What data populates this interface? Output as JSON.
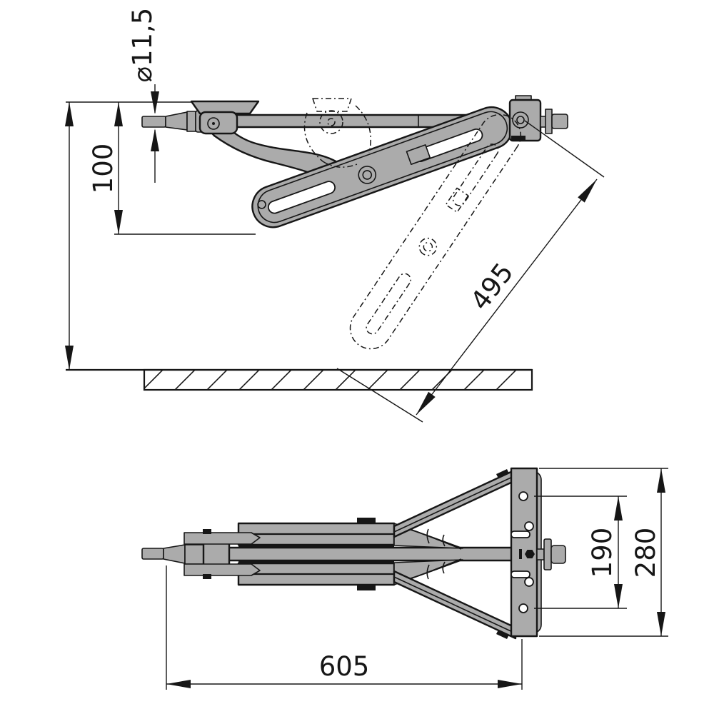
{
  "dimensions": {
    "side_view": {
      "shaft_diameter": "⌀11,5",
      "drop_height": "100",
      "extension_length": "495"
    },
    "top_view": {
      "hole_spacing": "190",
      "plate_height": "280",
      "overall_length": "605"
    }
  },
  "colors": {
    "background": "#ffffff",
    "line-color": "#161616",
    "part-fill": "#ababab"
  }
}
